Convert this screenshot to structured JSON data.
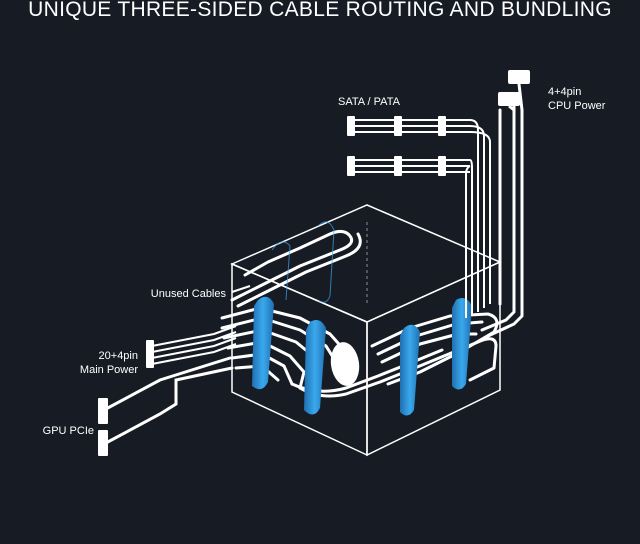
{
  "title": "UNIQUE THREE-SIDED CABLE ROUTING AND BUNDLING",
  "labels": {
    "sata_pata": "SATA / PATA",
    "cpu_power_line1": "4+4pin",
    "cpu_power_line2": "CPU Power",
    "unused_cables": "Unused Cables",
    "main_power_line1": "20+4pin",
    "main_power_line2": "Main Power",
    "gpu_pcie": "GPU PCIe"
  },
  "colors": {
    "background": "#171b23",
    "line": "#ffffff",
    "accent": "#2f9be0"
  },
  "icons": [
    "psu-box-diagram",
    "cable-tie",
    "fan-disc",
    "connector-plug"
  ]
}
